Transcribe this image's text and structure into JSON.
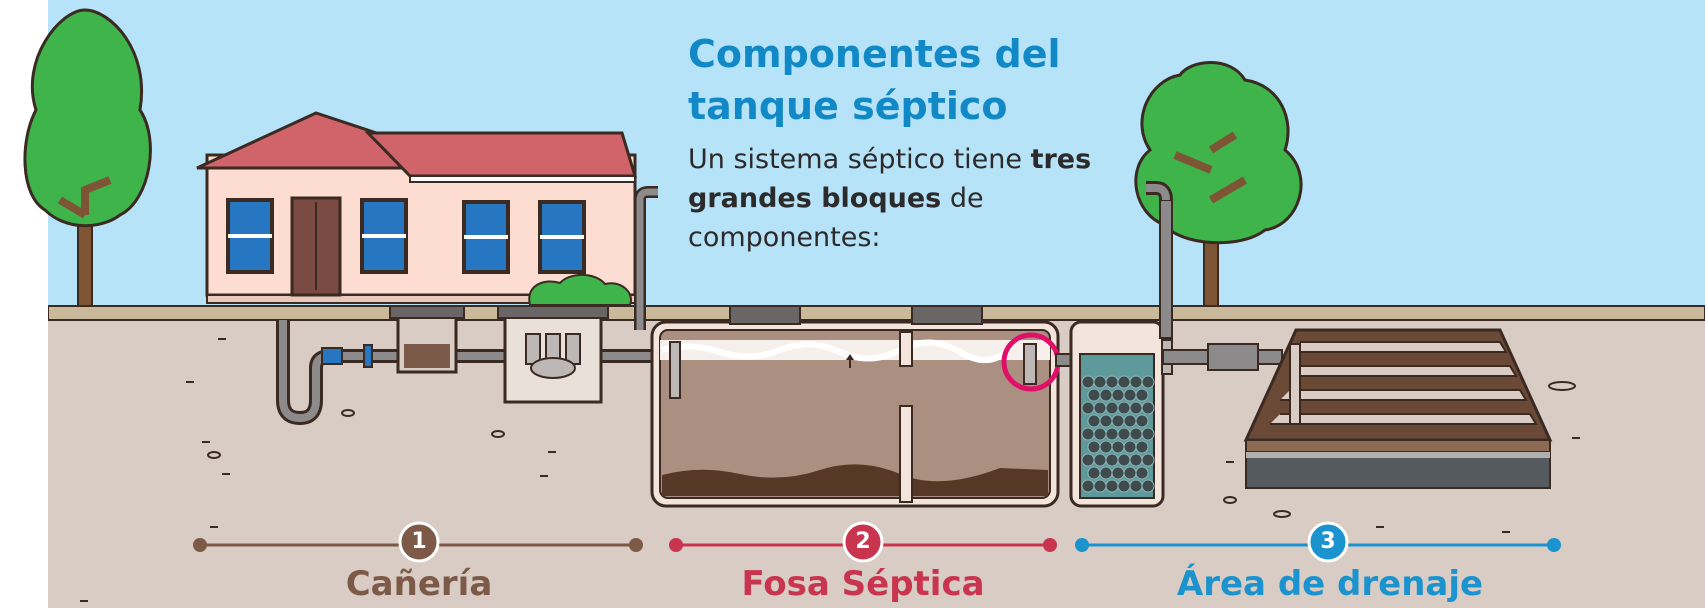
{
  "title_line1": "Componentes del",
  "title_line2": "tanque séptico",
  "intro": {
    "part1": "Un sistema séptico tiene ",
    "bold1": "tres",
    "bold2": "grandes bloques",
    "part2": " de",
    "line3": "componentes:"
  },
  "stages": [
    {
      "number": "1",
      "label": "Cañería",
      "color": "#7d5a48"
    },
    {
      "number": "2",
      "label": "Fosa Séptica",
      "color": "#c9344f"
    },
    {
      "number": "3",
      "label": "Área de drenaje",
      "color": "#1a93cf"
    }
  ],
  "colors": {
    "sky": "#b6e3f8",
    "ground": "#d8ccc4",
    "tree": "#3fb44b",
    "roof": "#d0646a",
    "wall": "#fdddd1",
    "window": "#2676c1",
    "door": "#7b4a42",
    "pipe": "#8c8a8a",
    "sludge": "#573726",
    "water": "#ab9081",
    "highlight": "#e0106a"
  }
}
